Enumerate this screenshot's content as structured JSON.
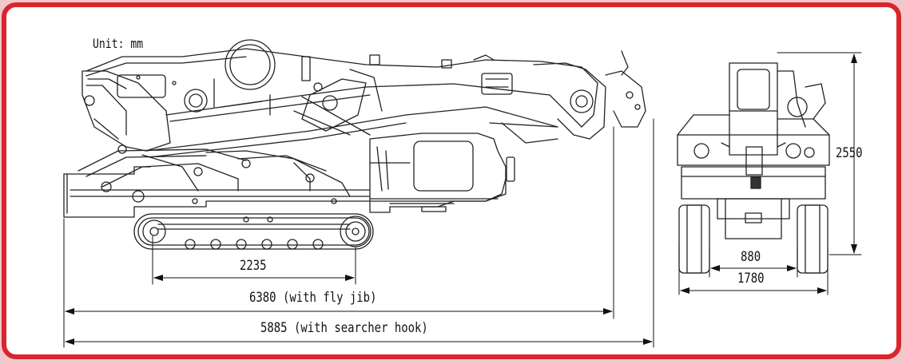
{
  "unit_label": "Unit: mm",
  "dimensions": {
    "track_length": "2235",
    "fly_jib_length": "6380 (with fly jib)",
    "searcher_hook_length": "5885 (with searcher hook)",
    "height": "2550",
    "track_gauge_inner": "880",
    "overall_width": "1780"
  },
  "colors": {
    "frame_border": "#d8262c",
    "outer_background": "#f0c8cc",
    "line": "#222222"
  }
}
